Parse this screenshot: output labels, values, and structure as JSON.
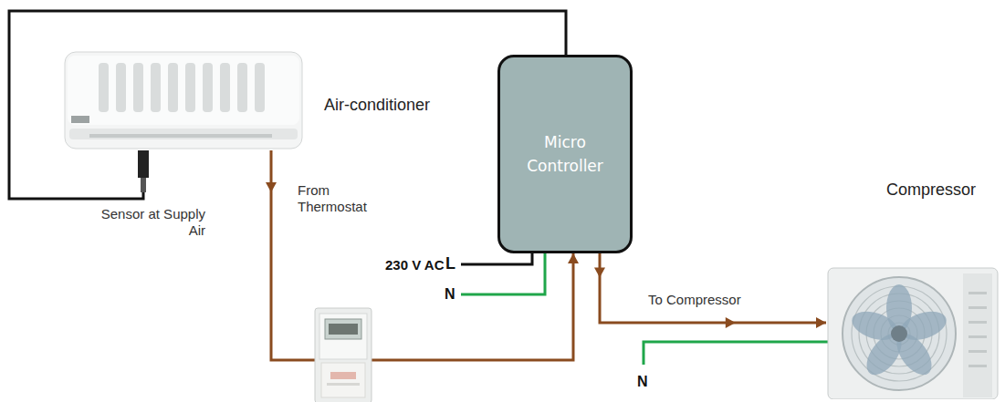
{
  "diagram": {
    "nodes": [
      {
        "text": [
          "Air-conditioner"
        ]
      },
      {
        "text": [
          "Micro Controller"
        ]
      },
      {
        "text": [
          "Compressor"
        ]
      }
    ],
    "edges": [
      {
        "from": 0,
        "to": 1,
        "arrow": "to",
        "label": "From Thermostat"
      },
      {
        "from": 1,
        "to": 2,
        "arrow": "to",
        "label": "To Compressor"
      },
      {
        "from": 0,
        "to": 1,
        "arrow": "none"
      }
    ],
    "labels": [
      "Sensor at Supply Air",
      "230 V AC",
      "L",
      "N",
      "N"
    ]
  }
}
